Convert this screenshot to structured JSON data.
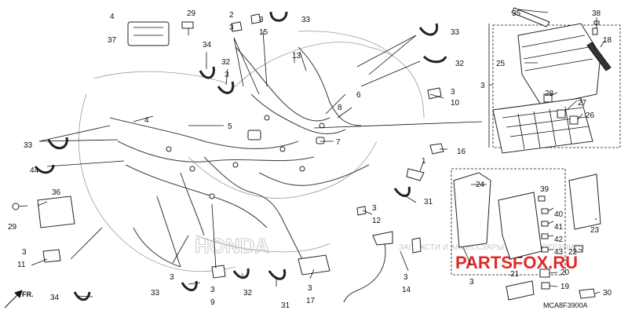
{
  "diagram": {
    "callouts": [
      {
        "id": "c35",
        "text": "35"
      },
      {
        "id": "c38",
        "text": "38"
      },
      {
        "id": "c18",
        "text": "18"
      },
      {
        "id": "c25",
        "text": "25"
      },
      {
        "id": "c3a",
        "text": "3"
      },
      {
        "id": "c28",
        "text": "28"
      },
      {
        "id": "c27",
        "text": "27"
      },
      {
        "id": "c26",
        "text": "26"
      },
      {
        "id": "c4a",
        "text": "4"
      },
      {
        "id": "c37",
        "text": "37"
      },
      {
        "id": "c29a",
        "text": "29"
      },
      {
        "id": "c2",
        "text": "2"
      },
      {
        "id": "c3b",
        "text": "3"
      },
      {
        "id": "c3c",
        "text": "3"
      },
      {
        "id": "c15",
        "text": "15"
      },
      {
        "id": "c33a",
        "text": "33"
      },
      {
        "id": "c34a",
        "text": "34"
      },
      {
        "id": "c32a",
        "text": "32"
      },
      {
        "id": "c3d",
        "text": "3"
      },
      {
        "id": "c13",
        "text": "13"
      },
      {
        "id": "c33b",
        "text": "33"
      },
      {
        "id": "c32b",
        "text": "32"
      },
      {
        "id": "c3e",
        "text": "3"
      },
      {
        "id": "c10",
        "text": "10"
      },
      {
        "id": "c6",
        "text": "6"
      },
      {
        "id": "c8",
        "text": "8"
      },
      {
        "id": "c4b",
        "text": "4"
      },
      {
        "id": "c5",
        "text": "5"
      },
      {
        "id": "c7",
        "text": "7"
      },
      {
        "id": "c33c",
        "text": "33"
      },
      {
        "id": "c16",
        "text": "16"
      },
      {
        "id": "c44",
        "text": "44"
      },
      {
        "id": "c1",
        "text": "1"
      },
      {
        "id": "c36",
        "text": "36"
      },
      {
        "id": "c31a",
        "text": "31"
      },
      {
        "id": "c29b",
        "text": "29"
      },
      {
        "id": "c3f",
        "text": "3"
      },
      {
        "id": "c12",
        "text": "12"
      },
      {
        "id": "c24",
        "text": "24"
      },
      {
        "id": "c39",
        "text": "39"
      },
      {
        "id": "c40",
        "text": "40"
      },
      {
        "id": "c41",
        "text": "41"
      },
      {
        "id": "c42",
        "text": "42"
      },
      {
        "id": "c43",
        "text": "43"
      },
      {
        "id": "c23",
        "text": "23"
      },
      {
        "id": "c22",
        "text": "22"
      },
      {
        "id": "c3g",
        "text": "3"
      },
      {
        "id": "c11",
        "text": "11"
      },
      {
        "id": "c3h",
        "text": "3"
      },
      {
        "id": "c9",
        "text": "9"
      },
      {
        "id": "c3i",
        "text": "3"
      },
      {
        "id": "c14",
        "text": "14"
      },
      {
        "id": "c3j",
        "text": "3"
      },
      {
        "id": "c20",
        "text": "20"
      },
      {
        "id": "c21",
        "text": "21"
      },
      {
        "id": "c19",
        "text": "19"
      },
      {
        "id": "c30",
        "text": "30"
      },
      {
        "id": "c34b",
        "text": "34"
      },
      {
        "id": "c33d",
        "text": "33"
      },
      {
        "id": "c32c",
        "text": "32"
      },
      {
        "id": "c31b",
        "text": "31"
      },
      {
        "id": "c3k",
        "text": "3"
      },
      {
        "id": "c17",
        "text": "17"
      }
    ],
    "direction_marker": "FR.",
    "drawing_code": "MCA8F3900A",
    "watermark_text": "ЗАПЧАСТИ И АКСЕССУАРЫ ДЛЯ МОТОТЕХНИКИ",
    "watermark_brand": "PARTSFOX.RU",
    "brand_ghost": "HONDA"
  }
}
